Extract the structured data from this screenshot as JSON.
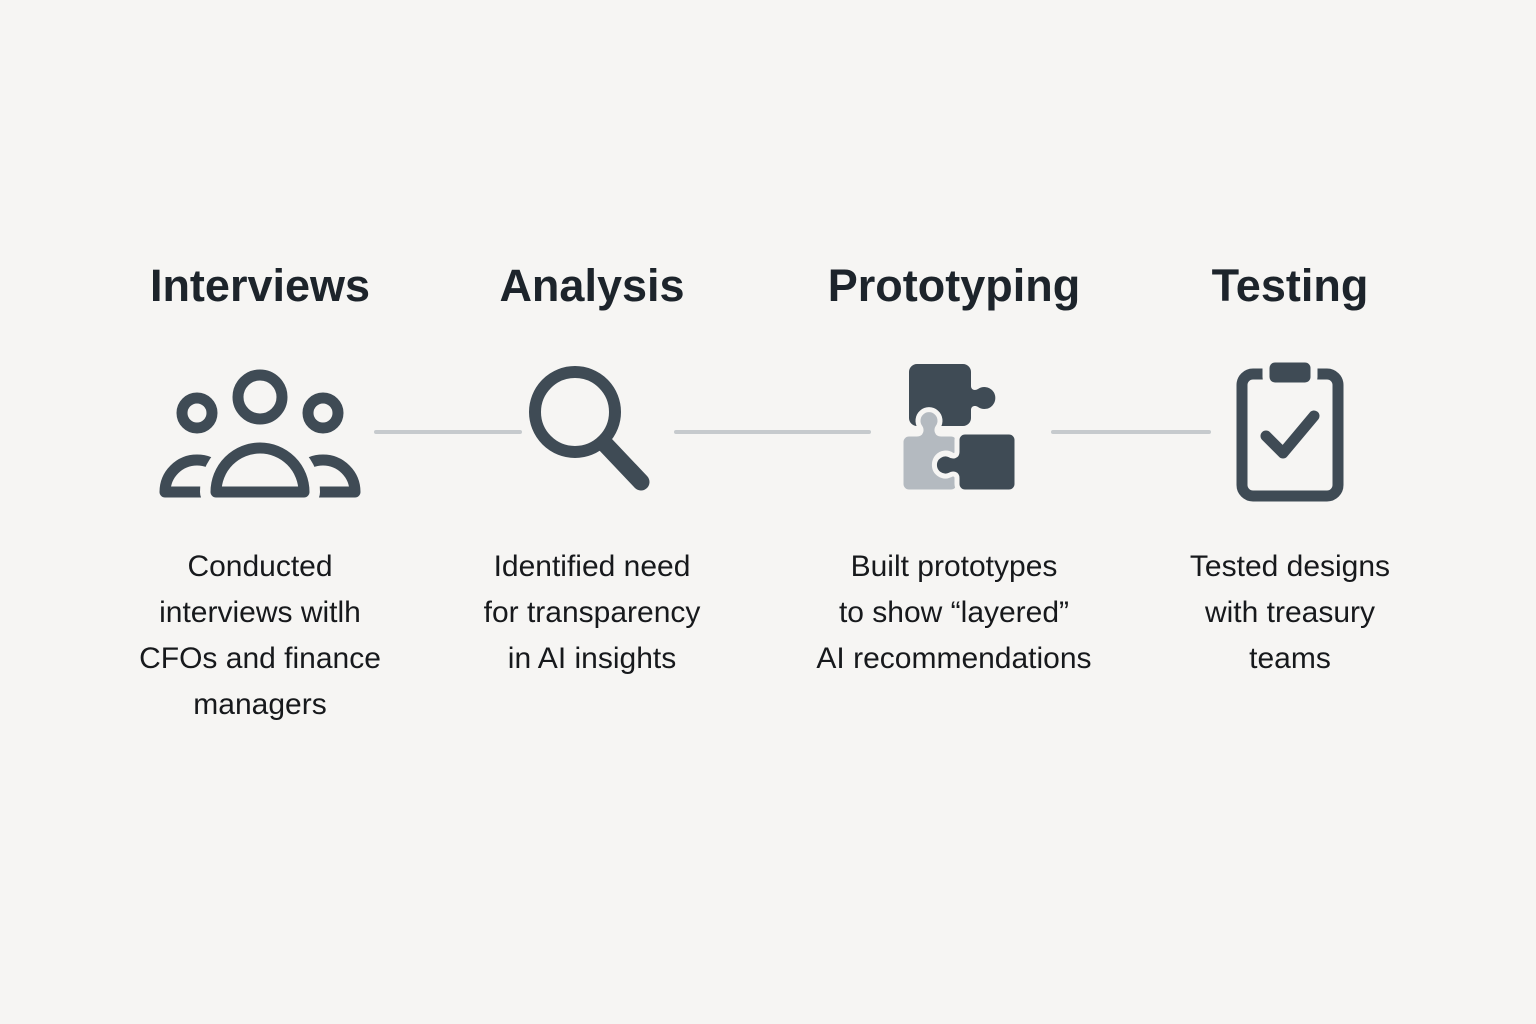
{
  "colors": {
    "background": "#f6f5f3",
    "heading_text": "#1d242b",
    "body_text": "#17191c",
    "icon_dark": "#3f4b55",
    "icon_light": "#b4bac0",
    "connector": "#c6cacd"
  },
  "steps": [
    {
      "title": "Interviews",
      "icon": "people-group-icon",
      "description": "Conducted\ninterviews witlh\nCFOs and finance\nmanagers"
    },
    {
      "title": "Analysis",
      "icon": "magnifier-icon",
      "description": "Identified need\nfor transparency\nin AI insights"
    },
    {
      "title": "Prototyping",
      "icon": "puzzle-pieces-icon",
      "description": "Built prototypes\nto show “layered”\nAI recommendations"
    },
    {
      "title": "Testing",
      "icon": "clipboard-check-icon",
      "description": "Tested designs\nwith treasury\nteams"
    }
  ]
}
